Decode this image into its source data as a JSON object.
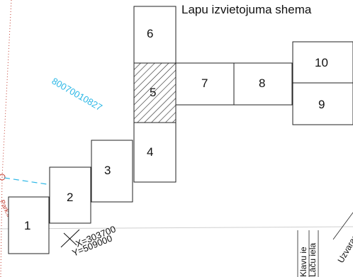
{
  "title": "Lapu izvietojuma shema",
  "cadastral_number": "80070010827",
  "coordinates": {
    "x": "X=303700",
    "y": "Y=509000"
  },
  "streets": [
    "Lāču iela",
    "Klavu ie",
    "Uzvaras"
  ],
  "boundary_fragment": "Park.ll",
  "sheets": [
    {
      "number": "1",
      "hatched": false
    },
    {
      "number": "2",
      "hatched": false
    },
    {
      "number": "3",
      "hatched": false
    },
    {
      "number": "4",
      "hatched": false
    },
    {
      "number": "5",
      "hatched": true
    },
    {
      "number": "6",
      "hatched": false
    },
    {
      "number": "7",
      "hatched": false
    },
    {
      "number": "8",
      "hatched": false
    },
    {
      "number": "9",
      "hatched": false
    },
    {
      "number": "10",
      "hatched": false
    }
  ],
  "colors": {
    "boundary_red": "#c0392b",
    "cadastral_blue": "#2bb7e6",
    "grid": "#222222"
  }
}
